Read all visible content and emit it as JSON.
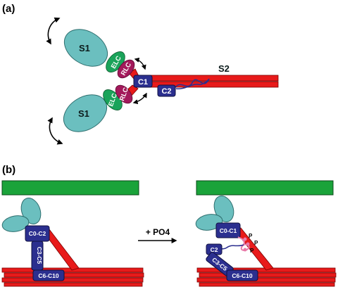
{
  "panels": {
    "a": {
      "label": "(a)"
    },
    "b": {
      "label": "(b)"
    }
  },
  "panel_a": {
    "s1_top": "S1",
    "s1_bottom": "S1",
    "elc_top": "ELC",
    "rlc_top": "RLC",
    "elc_bottom": "ELC",
    "rlc_bottom": "RLC",
    "c1": "C1",
    "c2": "C2",
    "s2": "S2"
  },
  "panel_b": {
    "left": {
      "c0_c2": "C0-C2",
      "c3_c5": "C3-C5",
      "c6_c10": "C6-C10"
    },
    "transition": "+ PO4",
    "right": {
      "c0_c1": "C0-C1",
      "c2": "C2",
      "c3_c5": "C3-C5",
      "c6_c10": "C6-C10",
      "p1": "P",
      "p2": "P",
      "p3": "P"
    }
  },
  "colors": {
    "head": "#6bbfbf",
    "elc": "#1aa35a",
    "rlc": "#a3195b",
    "mybpc": "#2b2f8f",
    "thick": "#e81a1a",
    "thin": "#1aa33a",
    "phospho": "#e87aa8"
  }
}
